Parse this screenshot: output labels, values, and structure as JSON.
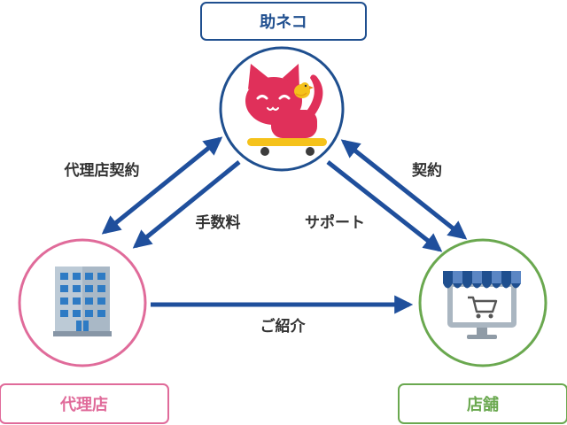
{
  "nodes": {
    "top": {
      "label": "助ネコ",
      "icon": "cat-on-skateboard-icon",
      "color": "#1f4f8f"
    },
    "left": {
      "label": "代理店",
      "icon": "office-building-icon",
      "color": "#e06b9a"
    },
    "right": {
      "label": "店舗",
      "icon": "storefront-cart-icon",
      "color": "#6aa84f"
    }
  },
  "edges": {
    "agency_contract": "代理店契約",
    "commission": "手数料",
    "contract": "契約",
    "support": "サポート",
    "introduction": "ご紹介"
  },
  "colors": {
    "arrow": "#1f4f9c",
    "cat": "#e0305a",
    "skateboard": "#f5c21b"
  }
}
